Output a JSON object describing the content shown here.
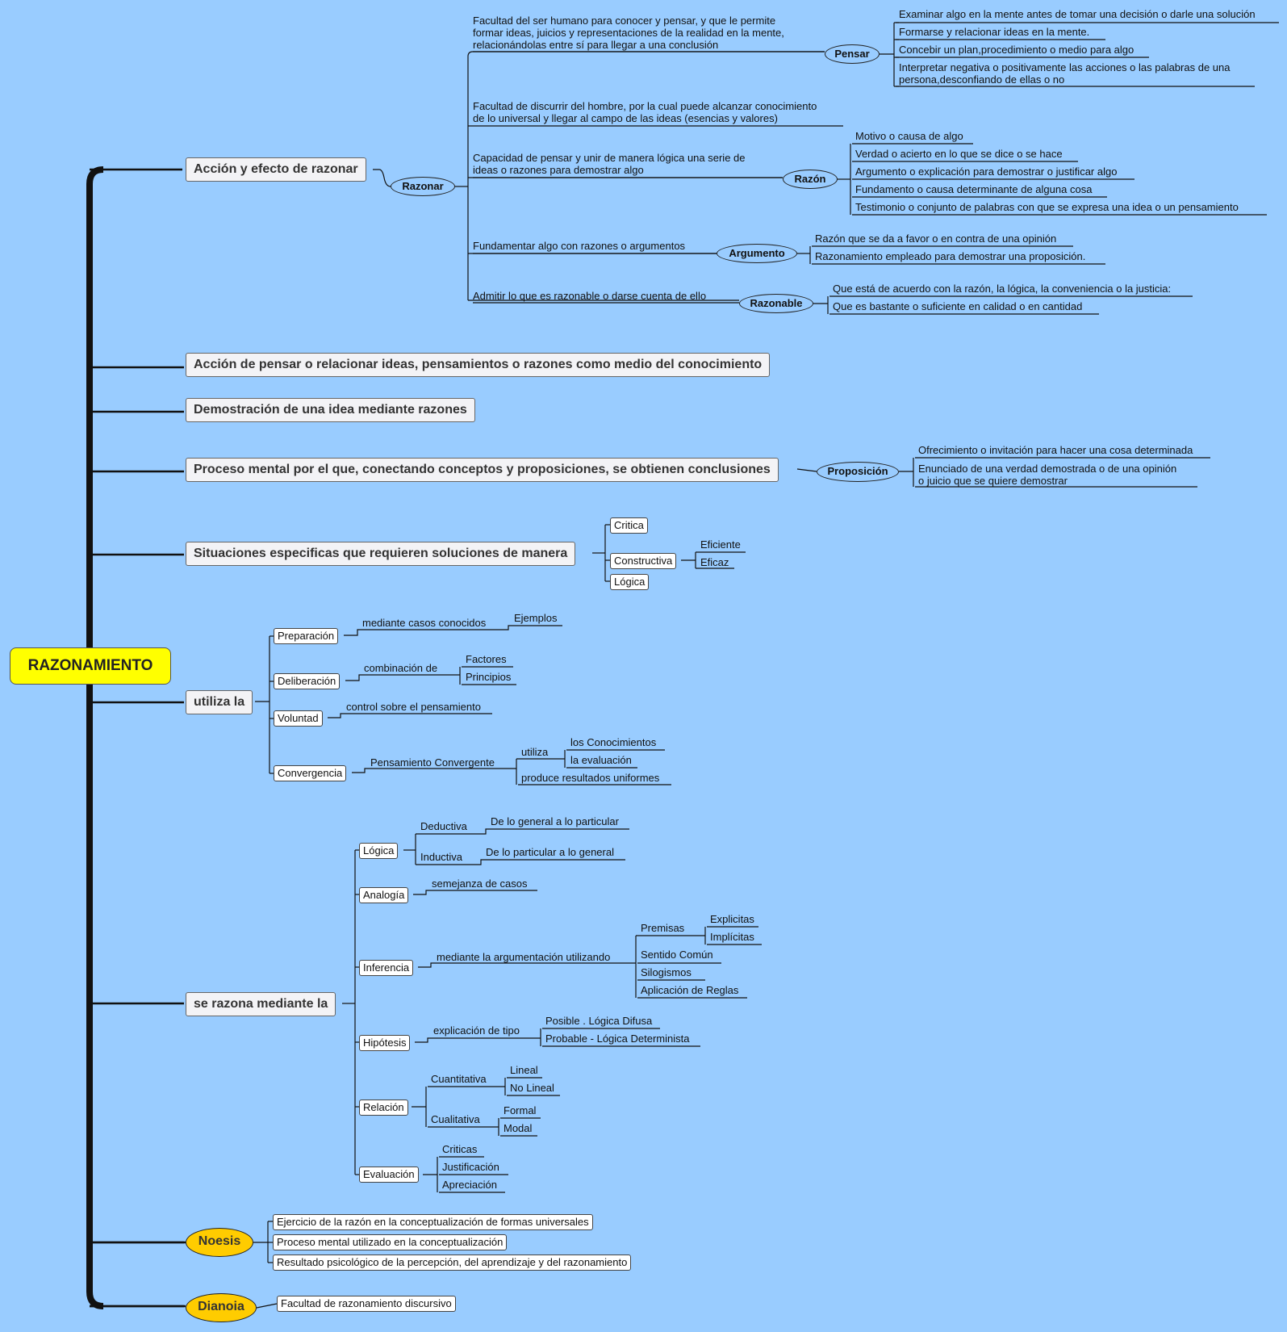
{
  "root": "RAZONAMIENTO",
  "branches": {
    "accion_razonar": {
      "label": "Acción y efecto de razonar",
      "razonar": "Razonar",
      "def1": [
        "Facultad del ser humano para conocer y pensar, y que le permite",
        "formar ideas, juicios y representaciones de la realidad en la mente,",
        "relacionándolas entre sí para llegar a una conclusión"
      ],
      "pensar": {
        "label": "Pensar",
        "items": [
          "Examinar algo en la mente antes de tomar una decisión o darle una solución",
          "Formarse y relacionar ideas en la mente.",
          "Concebir un plan,procedimiento o medio para algo",
          "Interpretar negativa o positivamente las acciones o las palabras de una",
          "persona,desconfiando de ellas o no"
        ]
      },
      "def2": [
        "Facultad de discurrir del hombre, por la cual puede alcanzar conocimiento",
        "de lo universal y llegar al campo de las ideas (esencias y valores)"
      ],
      "def3": [
        "Capacidad de pensar y unir de manera lógica una serie de",
        "ideas o razones para demostrar algo"
      ],
      "razon": {
        "label": "Razón",
        "items": [
          "Motivo o causa de algo",
          "Verdad o acierto en lo que se dice o se hace",
          "Argumento o explicación para demostrar o justificar algo",
          "Fundamento o causa determinante de alguna cosa",
          "Testimonio  o conjunto de palabras con que se expresa una idea o un pensamiento"
        ]
      },
      "def4": "Fundamentar algo con razones o argumentos",
      "argumento": {
        "label": "Argumento",
        "items": [
          "Razón que se da a favor o en contra de una opinión",
          "Razonamiento empleado para demostrar una proposición."
        ]
      },
      "def5": "Admitir lo que es razonable o darse cuenta de ello",
      "razonable": {
        "label": "Razonable",
        "items": [
          "Que está de acuerdo con la razón, la lógica, la conveniencia o la justicia:",
          "Que es bastante o suficiente en calidad o en cantidad"
        ]
      }
    },
    "accion_pensar": "Acción de pensar o relacionar ideas, pensamientos o razones como medio del conocimiento",
    "demostracion": "Demostración de una idea mediante  razones",
    "proceso": {
      "label": "Proceso mental por el que, conectando conceptos y proposiciones, se obtienen conclusiones",
      "proposicion": "Proposición",
      "items": [
        "Ofrecimiento o invitación para hacer una cosa determinada",
        "Enunciado de una verdad demostrada o de una opinión",
        "o juicio que se quiere demostrar"
      ]
    },
    "situaciones": {
      "label": "Situaciones especificas que requieren soluciones de manera",
      "critica": "Critica",
      "constructiva": "Constructiva",
      "eficiente": "Eficiente",
      "eficaz": "Eficaz",
      "logica": "Lógica"
    },
    "utiliza": {
      "label": "utiliza la",
      "preparacion": "Preparación",
      "casos": "mediante casos conocidos",
      "ejemplos": "Ejemplos",
      "deliberacion": "Deliberación",
      "combinacion": "combinación de",
      "factores": "Factores",
      "principios": "Principios",
      "voluntad": "Voluntad",
      "control": "control sobre el pensamiento",
      "convergencia": "Convergencia",
      "pensamiento_conv": "Pensamiento Convergente",
      "utiliza": "utiliza",
      "conocimientos": "los Conocimientos",
      "evaluacion": "la evaluación",
      "produce": "produce resultados uniformes"
    },
    "razona": {
      "label": "se razona mediante la",
      "logica": "Lógica",
      "deductiva": "Deductiva",
      "ded_text": "De lo general a lo particular",
      "inductiva": "Inductiva",
      "ind_text": "De lo particular a lo general",
      "analogia": "Analogía",
      "semejanza": "semejanza de casos",
      "inferencia": "Inferencia",
      "argumentacion": "mediante la argumentación utilizando",
      "premisas": "Premisas",
      "explicitas": "Explicitas",
      "implicitas": "Implícitas",
      "sentido": "Sentido Común",
      "silogismos": "Silogismos",
      "reglas": "Aplicación de Reglas",
      "hipotesis": "Hipótesis",
      "explicacion": "explicación de tipo",
      "posible": "Posible . Lógica Difusa",
      "probable": "Probable - Lógica Determinista",
      "relacion": "Relación",
      "cuantitativa": "Cuantitativa",
      "lineal": "Lineal",
      "no_lineal": "No Lineal",
      "cualitativa": "Cualitativa",
      "formal": "Formal",
      "modal": "Modal",
      "evaluacion": "Evaluación",
      "criticas": "Criticas",
      "justificacion": "Justificación",
      "apreciacion": "Apreciación"
    },
    "noesis": {
      "label": "Noesis",
      "items": [
        "Ejercicio de la razón en la conceptualización de formas universales",
        "Proceso mental utilizado en la conceptualización",
        "Resultado psicológico de la percepción, del aprendizaje y del  razonamiento"
      ]
    },
    "dianoia": {
      "label": "Dianoia",
      "items": [
        "Facultad de razonamiento discursivo"
      ]
    }
  },
  "colors": {
    "background": "#99ccff",
    "root": "#ffff00",
    "gold": "#ffcc00"
  }
}
